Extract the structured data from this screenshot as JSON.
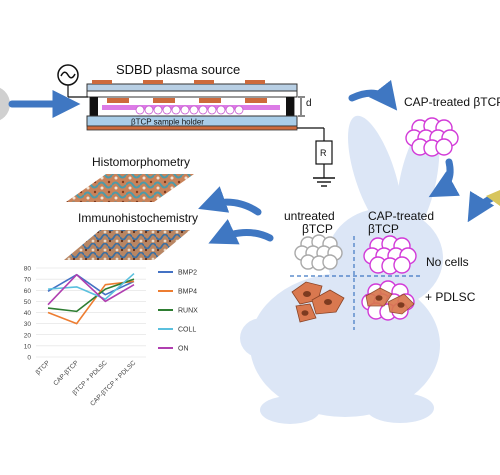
{
  "source_label": "SDBD plasma source",
  "gap_label": "d",
  "resistor_label": "R",
  "holder_label": "βTCP sample holder",
  "cap_treated_label": "CAP-treated βTCP",
  "histo_label": "Histomorphometry",
  "immuno_label": "Immunohistochemistry",
  "untreated_line1": "untreated",
  "untreated_line2": "βTCP",
  "treated_line1": "CAP-treated",
  "treated_line2": "βTCP",
  "no_cells_label": "No cells",
  "pdlsc_label": "+ PDLSC",
  "colors": {
    "arrow": "#3f77c2",
    "rabbit": "#dce6f6",
    "electrode": "#cd6a3c",
    "plasma": "#dc7be6",
    "holder": "#a9cde8",
    "treated_cell": "#d23ad8",
    "untreated_cell": "#a9a9a9",
    "bio_cell": "#d9784f"
  },
  "chart_data": {
    "type": "line",
    "categories": [
      "βTCP",
      "CAP-βTCP",
      "βTCP + PDLSC",
      "CAP-βTCP + PDLSC"
    ],
    "ylim": [
      0,
      80
    ],
    "yticks": [
      0,
      10,
      20,
      30,
      40,
      50,
      60,
      70,
      80
    ],
    "grid": true,
    "legend_position": "right",
    "series": [
      {
        "name": "BMP2",
        "color": "#4472c4",
        "values": [
          59,
          74,
          56,
          68
        ]
      },
      {
        "name": "BMP4",
        "color": "#ed7d31",
        "values": [
          40,
          30,
          65,
          68
        ]
      },
      {
        "name": "RUNX",
        "color": "#2e7d32",
        "values": [
          44,
          41,
          61,
          70
        ]
      },
      {
        "name": "COLL",
        "color": "#5bc0de",
        "values": [
          61,
          63,
          52,
          75
        ]
      },
      {
        "name": "ON",
        "color": "#b03fb0",
        "values": [
          47,
          74,
          50,
          65
        ]
      }
    ]
  }
}
